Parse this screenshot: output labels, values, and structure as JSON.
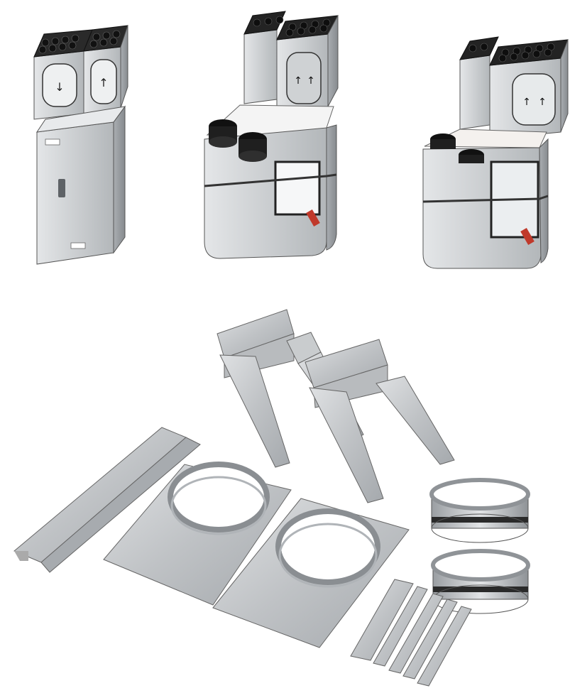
{
  "colors": {
    "steel_light": "#d9dbdd",
    "steel_mid": "#b9bcbf",
    "steel_dark": "#8e9296",
    "galvanized": "#c8cbce",
    "galvanized_dark": "#9da1a5",
    "black_cap": "#1e1e1e",
    "accent_red": "#c0392b",
    "window": "#e9ecee"
  },
  "illustrations": [
    "ventilation-unit-tall-with-distribution-boxes",
    "ventilation-unit-compact-with-top-boxes",
    "ventilation-unit-compact-alt-view",
    "mounting-kit-parts"
  ]
}
